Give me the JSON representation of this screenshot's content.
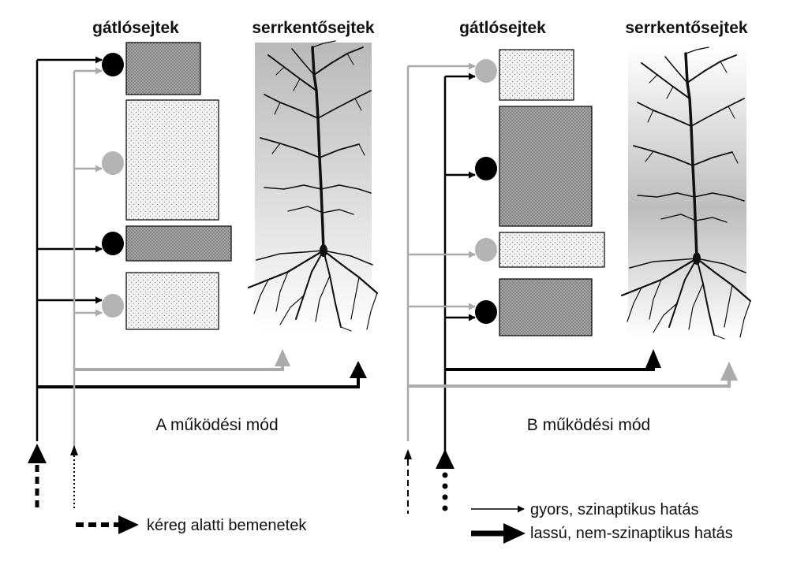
{
  "headers": {
    "a_inhibitory": "gátlósejtek",
    "a_excitatory": "serrkentősejtek",
    "b_inhibitory": "gátlósejtek",
    "b_excitatory": "serrkentősejtek"
  },
  "modes": {
    "a": "A működési mód",
    "b": "B működési mód"
  },
  "legend": {
    "subcortical": "kéreg alatti bemenetek",
    "fast": "gyors, szinaptikus hatás",
    "slow": "lassú, nem-szinaptikus hatás"
  },
  "colors": {
    "fast_pathway": "#000000",
    "slow_pathway": "#aaaaaa",
    "active_cell": "#000000",
    "inactive_cell": "#b4b4b4"
  }
}
